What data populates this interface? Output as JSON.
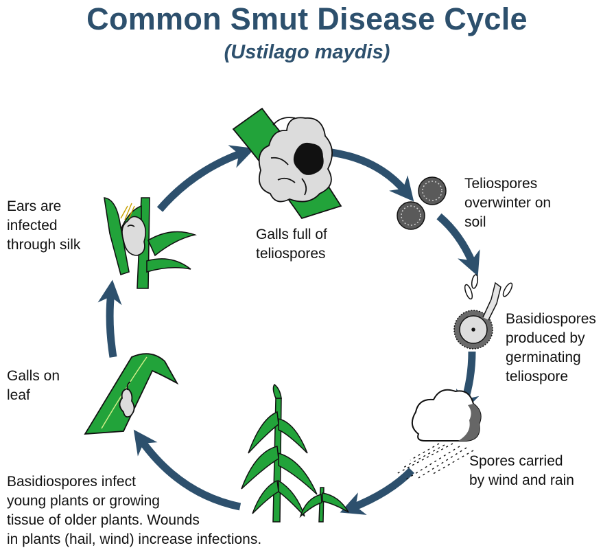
{
  "title": "Common Smut Disease Cycle",
  "subtitle": "(Ustilago maydis)",
  "stages": [
    {
      "id": "galls",
      "lines": [
        "Galls full of",
        "teliospores"
      ]
    },
    {
      "id": "overwinter",
      "lines": [
        "Teliospores",
        "overwinter on",
        "soil"
      ]
    },
    {
      "id": "basidiospores",
      "lines": [
        "Basidiospores",
        "produced by",
        "germinating",
        "teliospore"
      ]
    },
    {
      "id": "spores-carried",
      "lines": [
        "Spores carried",
        "by wind and rain"
      ]
    },
    {
      "id": "infect",
      "lines": [
        "Basidiospores infect",
        "young plants or growing",
        "tissue of older plants. Wounds",
        "in plants (hail, wind) increase infections."
      ]
    },
    {
      "id": "galls-leaf",
      "lines": [
        "Galls on",
        "leaf"
      ]
    },
    {
      "id": "ears",
      "lines": [
        "Ears are",
        "infected",
        "through silk"
      ]
    }
  ],
  "colors": {
    "title": "#2d506d",
    "arrow": "#2d506d",
    "leaf_green": "#22a33a",
    "gall_gray": "#d8d8d8",
    "outline": "#111111"
  },
  "icons": [
    "corn-ear-icon",
    "teliospore-icon",
    "germinating-spore-icon",
    "cloud-rain-icon",
    "corn-plant-icon",
    "leaf-gall-icon",
    "infected-ear-icon"
  ]
}
